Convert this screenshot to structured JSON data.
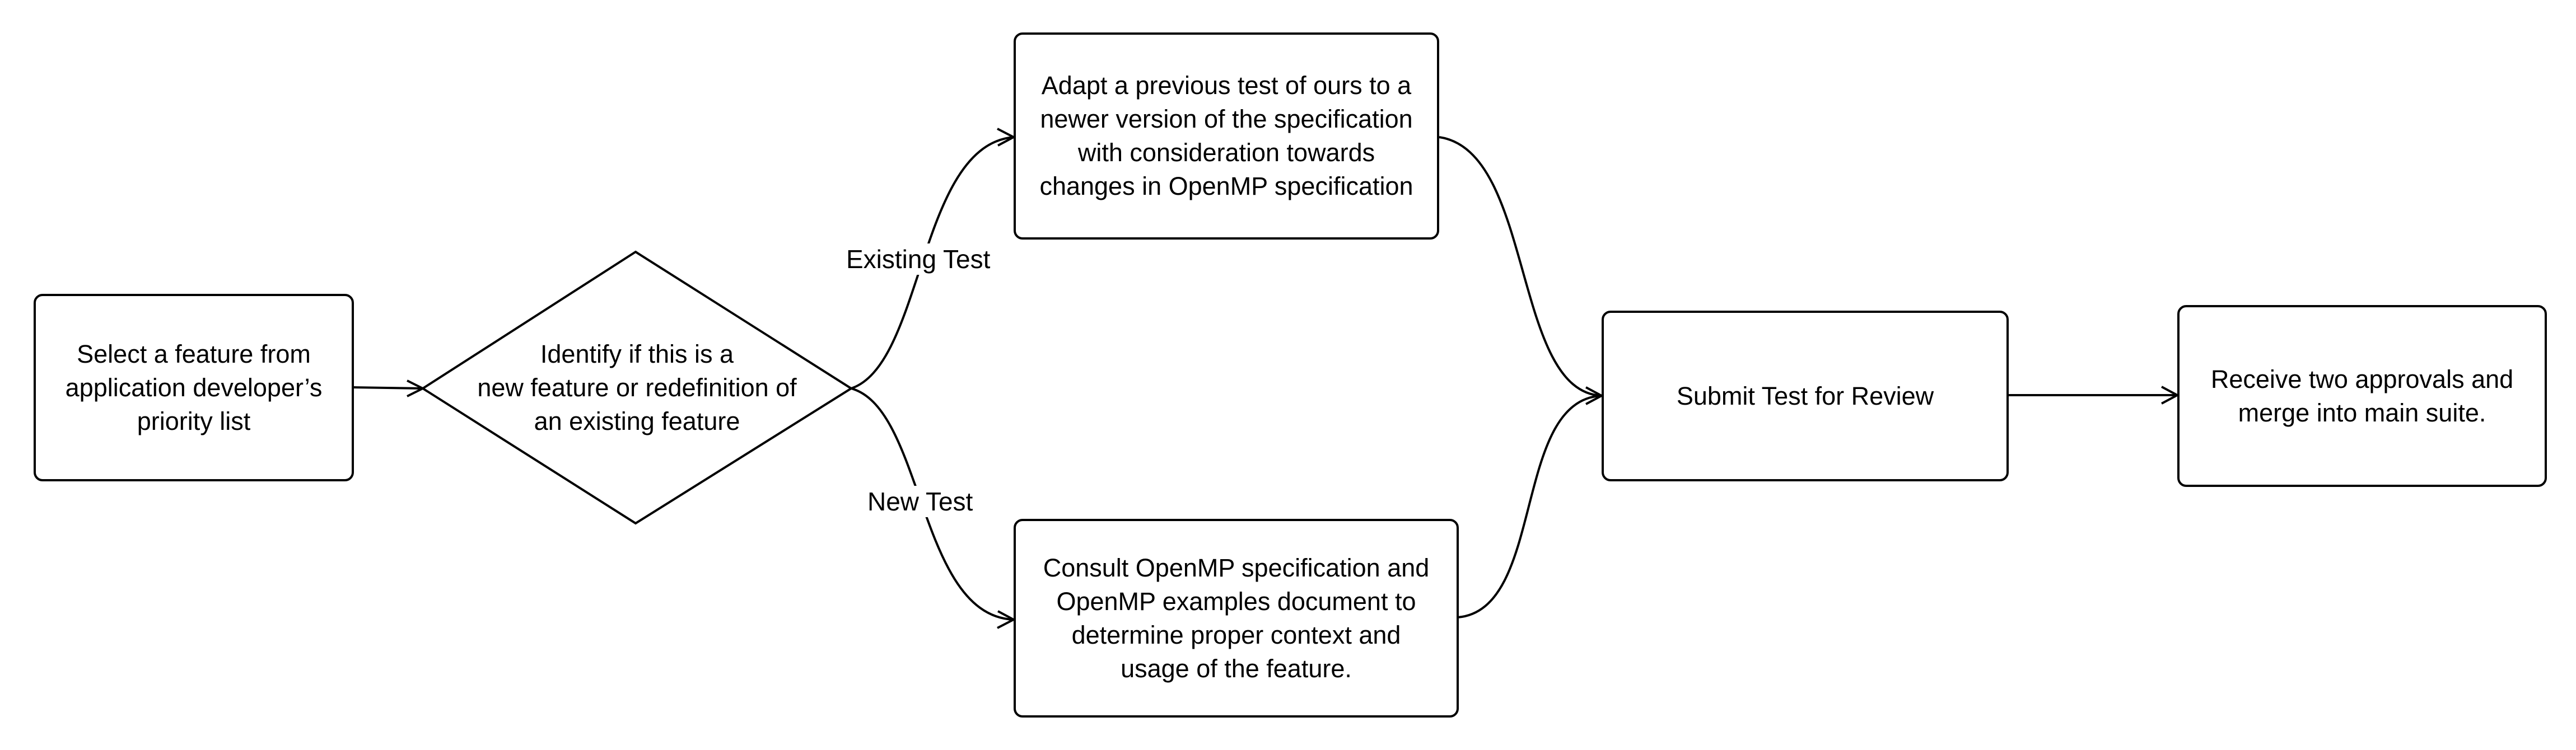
{
  "diagram": {
    "type": "flowchart",
    "nodes": {
      "select": {
        "shape": "rounded-rectangle",
        "lines": [
          "Select a feature from",
          "application developer’s",
          "priority list"
        ]
      },
      "identify": {
        "shape": "diamond",
        "lines": [
          "Identify if this is a",
          "new feature or redefinition of",
          "an existing feature"
        ]
      },
      "adapt": {
        "shape": "rounded-rectangle",
        "lines": [
          "Adapt a previous test of ours to a",
          "newer version of the specification",
          "with consideration towards",
          "changes in OpenMP specification"
        ]
      },
      "consult": {
        "shape": "rounded-rectangle",
        "lines": [
          "Consult OpenMP specification and",
          "OpenMP examples document to",
          "determine proper context and",
          "usage of the feature."
        ]
      },
      "submit": {
        "shape": "rounded-rectangle",
        "lines": [
          "Submit Test for Review"
        ]
      },
      "receive": {
        "shape": "rounded-rectangle",
        "lines": [
          "Receive two approvals and",
          "merge into main suite."
        ]
      }
    },
    "edges": [
      {
        "from": "select",
        "to": "identify",
        "label": ""
      },
      {
        "from": "identify",
        "to": "adapt",
        "label": "Existing Test"
      },
      {
        "from": "identify",
        "to": "consult",
        "label": "New Test"
      },
      {
        "from": "adapt",
        "to": "submit",
        "label": ""
      },
      {
        "from": "consult",
        "to": "submit",
        "label": ""
      },
      {
        "from": "submit",
        "to": "receive",
        "label": ""
      }
    ],
    "colors": {
      "stroke": "#000000",
      "fill": "#ffffff",
      "text": "#000000"
    }
  }
}
